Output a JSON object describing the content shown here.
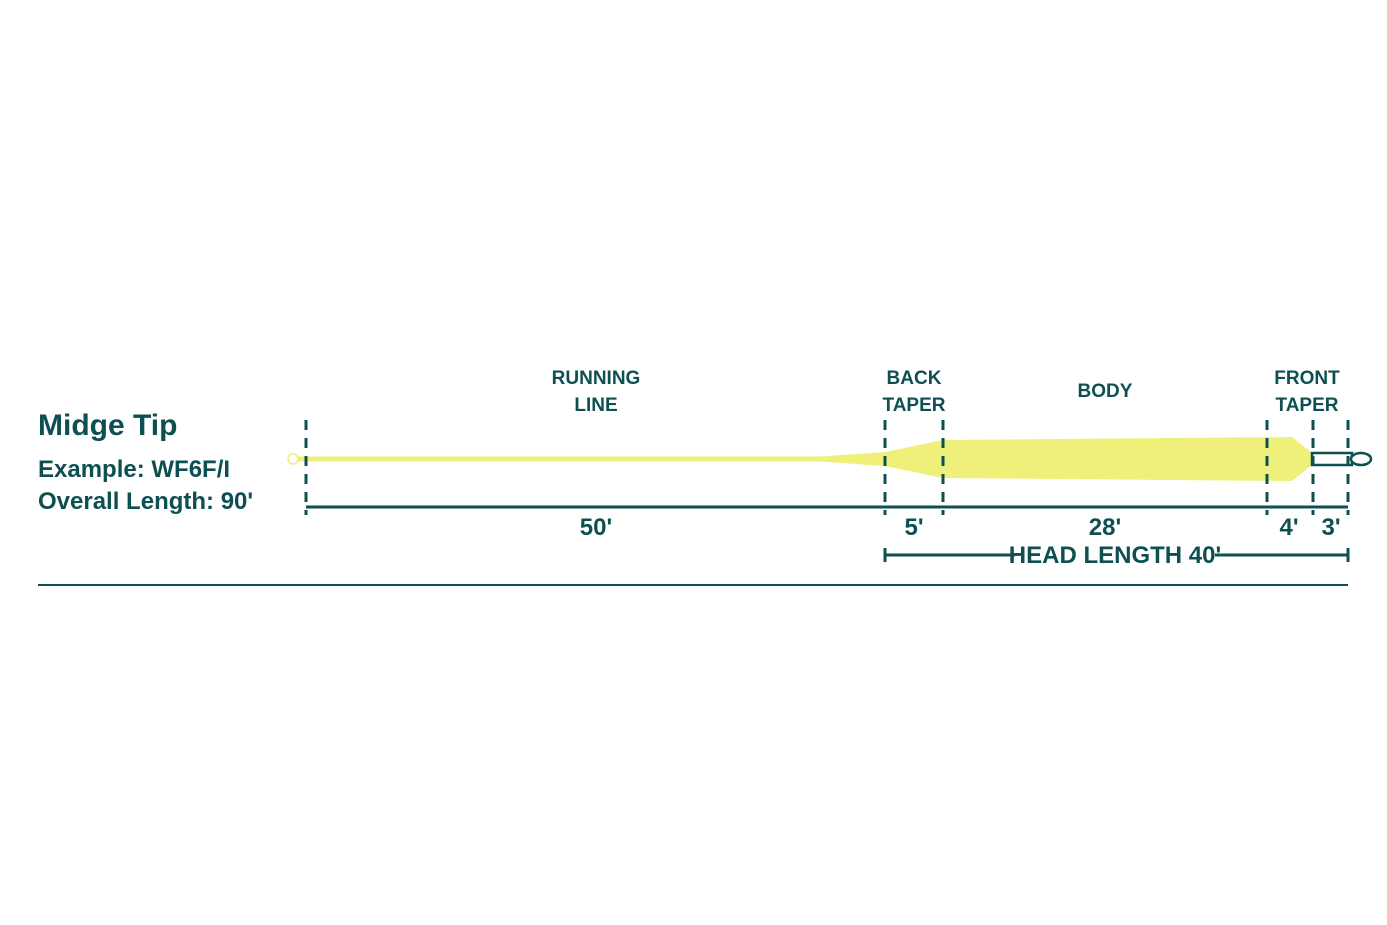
{
  "title": "Midge Tip",
  "example": "Example: WF6F/I",
  "overall_length": "Overall Length: 90'",
  "colors": {
    "ink": "#0e5052",
    "line": "#eef07a",
    "tip": "#f4f2c8"
  },
  "sections": [
    {
      "id": "running-line",
      "label_lines": [
        "RUNNING",
        "LINE"
      ],
      "length_label": "50'"
    },
    {
      "id": "back-taper",
      "label_lines": [
        "BACK",
        "TAPER"
      ],
      "length_label": "5'"
    },
    {
      "id": "body",
      "label_lines": [
        "BODY"
      ],
      "length_label": "28'"
    },
    {
      "id": "front-taper",
      "label_lines": [
        "FRONT",
        "TAPER"
      ],
      "length_label": "4'"
    },
    {
      "id": "tip",
      "label_lines": [],
      "length_label": "3'"
    }
  ],
  "head_length": "HEAD LENGTH 40'"
}
